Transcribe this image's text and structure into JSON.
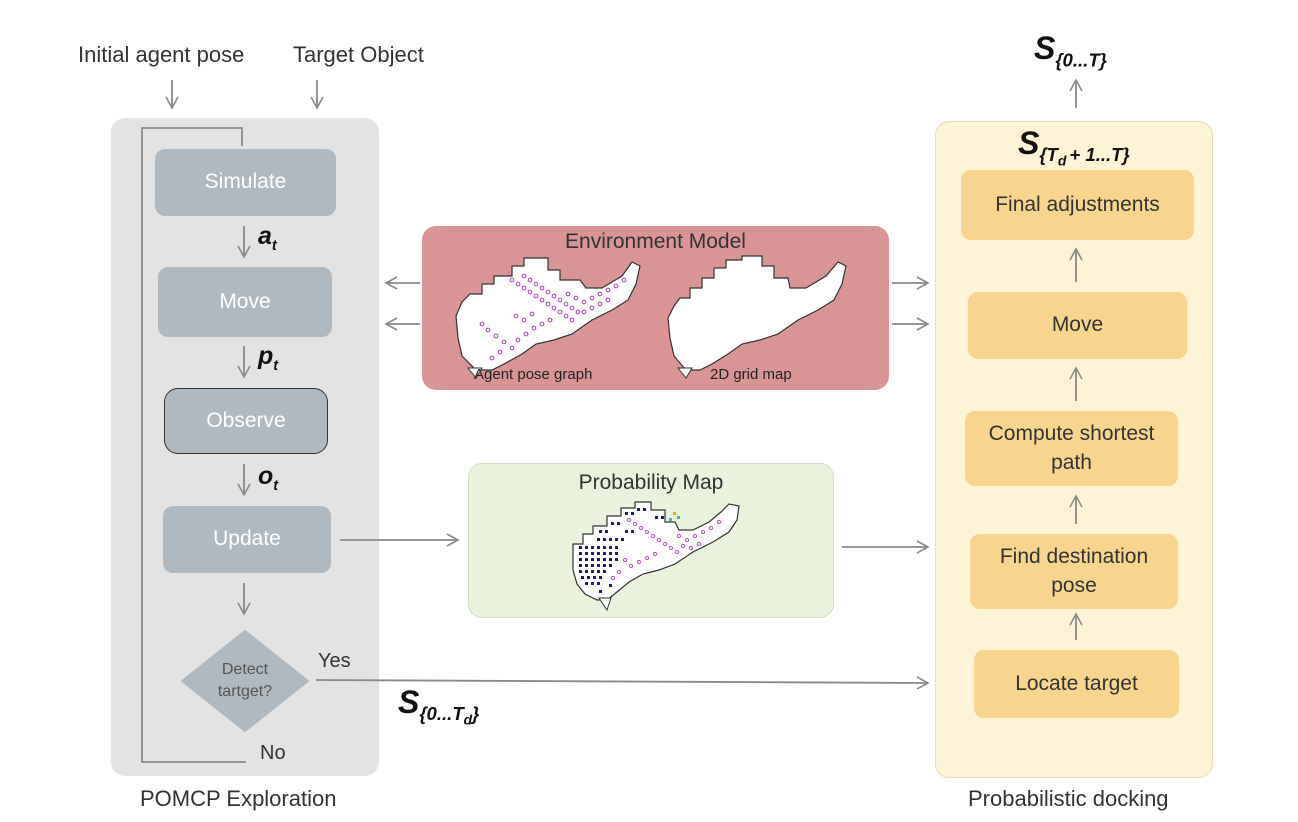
{
  "inputs": {
    "initial_pose": "Initial agent pose",
    "target_object": "Target Object"
  },
  "left_panel": {
    "caption": "POMCP Exploration",
    "nodes": {
      "simulate": "Simulate",
      "move": "Move",
      "observe": "Observe",
      "update": "Update",
      "detect_line1": "Detect",
      "detect_line2": "tartget?"
    },
    "edges": {
      "a": "a",
      "a_sub": "t",
      "p": "p",
      "p_sub": "t",
      "o": "o",
      "o_sub": "t",
      "yes": "Yes",
      "no": "No"
    }
  },
  "environment_model": {
    "title": "Environment Model",
    "left_caption": "Agent pose graph",
    "right_caption": "2D grid map"
  },
  "probability_map": {
    "title": "Probability Map"
  },
  "right_panel": {
    "caption": "Probabilistic docking",
    "nodes": {
      "final": "Final adjustments",
      "move": "Move",
      "shortest_line1": "Compute shortest",
      "shortest_line2": "path",
      "destination_line1": "Find destination",
      "destination_line2": "pose",
      "locate": "Locate target"
    }
  },
  "math_labels": {
    "S": "S",
    "out_sub": "{0...T}",
    "dock_sub_open": "{T",
    "dock_sub_d": "d",
    "dock_sub_close": "+ 1...T}",
    "explore_sub_open": "{0...T",
    "explore_sub_d": "d",
    "explore_sub_close": "}"
  },
  "colors": {
    "left_panel_bg": "#e3e3e3",
    "gray_node": "#b0b9c0",
    "env_model_bg": "#d99496",
    "prob_map_bg": "#e9f2dd",
    "right_panel_bg": "#fdf3d6",
    "orange_node": "#f8d58f",
    "arrow": "#8a8a8a"
  }
}
